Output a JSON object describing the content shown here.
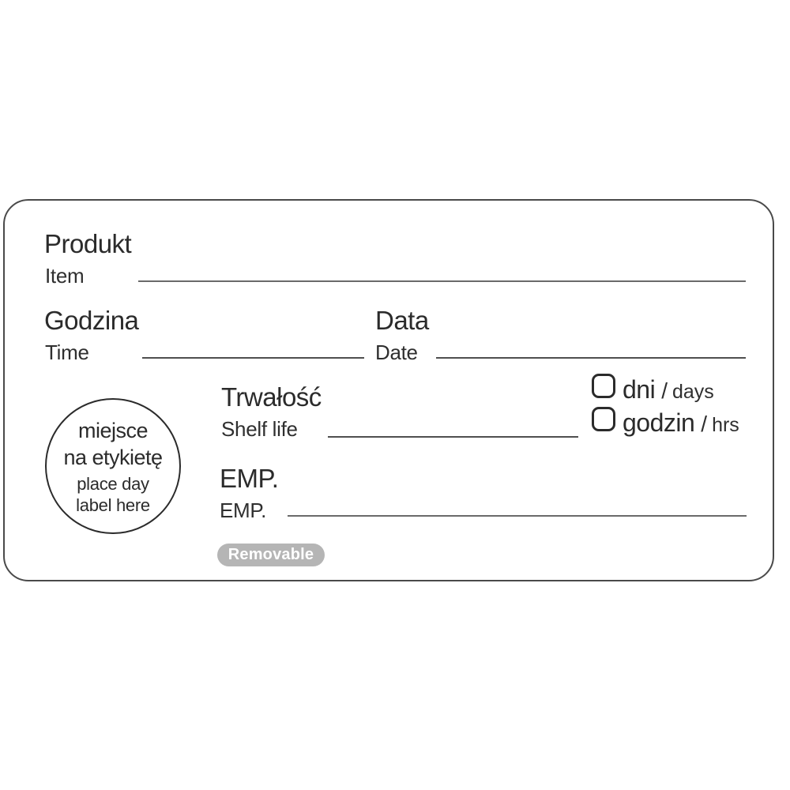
{
  "label": {
    "fields": {
      "product": {
        "pl": "Produkt",
        "en": "Item",
        "value": ""
      },
      "time": {
        "pl": "Godzina",
        "en": "Time",
        "value": ""
      },
      "date": {
        "pl": "Data",
        "en": "Date",
        "value": ""
      },
      "shelf": {
        "pl": "Trwałość",
        "en": "Shelf life",
        "value": ""
      },
      "emp": {
        "pl": "EMP.",
        "en": "EMP.",
        "value": ""
      }
    },
    "checkboxes": [
      {
        "pl": "dni",
        "sep": "/",
        "en": "days",
        "checked": false
      },
      {
        "pl": "godzin",
        "sep": "/",
        "en": "hrs",
        "checked": false
      }
    ],
    "day_circle": {
      "line1": "miejsce",
      "line2": "na etykietę",
      "line3": "place day",
      "line4": "label here"
    },
    "badge": {
      "text": "Removable"
    },
    "colors": {
      "ink": "#2b2b2b",
      "rule_line": "#6a6a6a",
      "border": "#4a4a4a",
      "badge_bg": "#b5b5b5",
      "badge_fg": "#ffffff"
    }
  }
}
